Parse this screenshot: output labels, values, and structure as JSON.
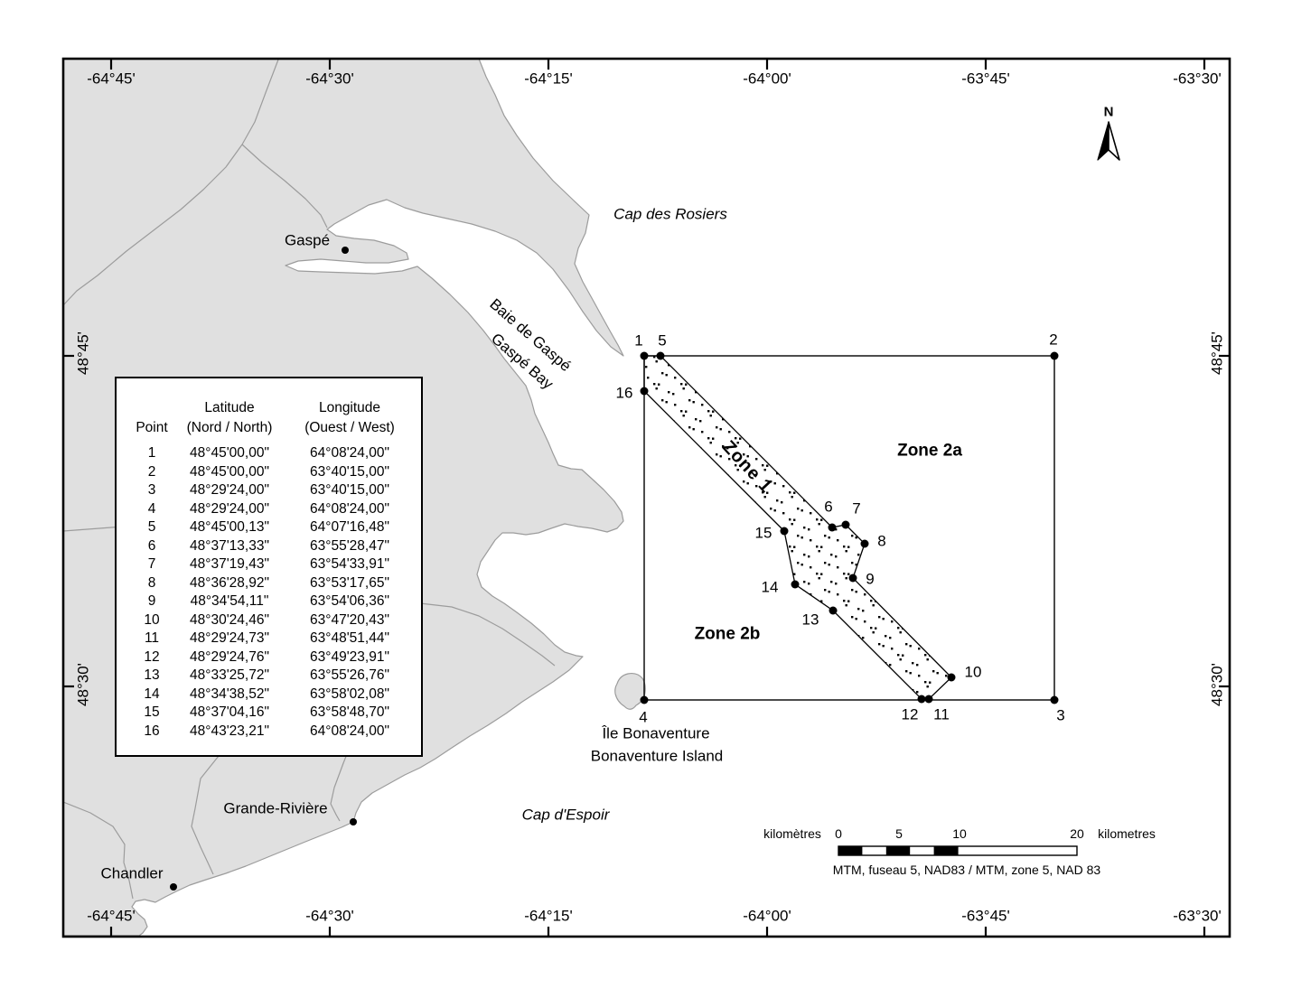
{
  "axis": {
    "top": [
      "-64°45'",
      "-64°30'",
      "-64°15'",
      "-64°00'",
      "-63°45'",
      "-63°30'"
    ],
    "bottom": [
      "-64°45'",
      "-64°30'",
      "-64°15'",
      "-64°00'",
      "-63°45'",
      "-63°30'"
    ],
    "left": [
      "48°45'",
      "48°30'"
    ],
    "right": [
      "48°45'",
      "48°30'"
    ]
  },
  "places": {
    "gaspe": "Gaspé",
    "cap_des_rosiers": "Cap des Rosiers",
    "baie_line1": "Baie de Gaspé",
    "baie_line2": "Gaspé Bay",
    "ile_line1": "Île Bonaventure",
    "ile_line2": "Bonaventure Island",
    "grande_riviere": "Grande-Rivière",
    "chandler": "Chandler",
    "cap_despoir": "Cap d'Espoir"
  },
  "zones": {
    "z1": "Zone 1",
    "z2a": "Zone 2a",
    "z2b": "Zone 2b"
  },
  "north_label": "N",
  "scalebar": {
    "unit_left": "kilomètres",
    "unit_right": "kilometres",
    "t0": "0",
    "t5": "5",
    "t10": "10",
    "t20": "20",
    "datum": "MTM, fuseau 5, NAD83 / MTM, zone 5, NAD 83"
  },
  "colors": {
    "land": "#E0E0E0",
    "coast": "#9C9C9C",
    "ink": "#000000"
  },
  "pts": [
    "1",
    "2",
    "3",
    "4",
    "5",
    "6",
    "7",
    "8",
    "9",
    "10",
    "11",
    "12",
    "13",
    "14",
    "15",
    "16"
  ],
  "table": {
    "h_point": "Point",
    "h_lat1": "Latitude",
    "h_lat2": "(Nord / North)",
    "h_lon1": "Longitude",
    "h_lon2": "(Ouest / West)",
    "rows": [
      {
        "p": "1",
        "lat": "48°45'00,00\"",
        "lon": "64°08'24,00\""
      },
      {
        "p": "2",
        "lat": "48°45'00,00\"",
        "lon": "63°40'15,00\""
      },
      {
        "p": "3",
        "lat": "48°29'24,00\"",
        "lon": "63°40'15,00\""
      },
      {
        "p": "4",
        "lat": "48°29'24,00\"",
        "lon": "64°08'24,00\""
      },
      {
        "p": "5",
        "lat": "48°45'00,13\"",
        "lon": "64°07'16,48\""
      },
      {
        "p": "6",
        "lat": "48°37'13,33\"",
        "lon": "63°55'28,47\""
      },
      {
        "p": "7",
        "lat": "48°37'19,43\"",
        "lon": "63°54'33,91\""
      },
      {
        "p": "8",
        "lat": "48°36'28,92\"",
        "lon": "63°53'17,65\""
      },
      {
        "p": "9",
        "lat": "48°34'54,11\"",
        "lon": "63°54'06,36\""
      },
      {
        "p": "10",
        "lat": "48°30'24,46\"",
        "lon": "63°47'20,43\""
      },
      {
        "p": "11",
        "lat": "48°29'24,73\"",
        "lon": "63°48'51,44\""
      },
      {
        "p": "12",
        "lat": "48°29'24,76\"",
        "lon": "63°49'23,91\""
      },
      {
        "p": "13",
        "lat": "48°33'25,72\"",
        "lon": "63°55'26,76\""
      },
      {
        "p": "14",
        "lat": "48°34'38,52\"",
        "lon": "63°58'02,08\""
      },
      {
        "p": "15",
        "lat": "48°37'04,16\"",
        "lon": "63°58'48,70\""
      },
      {
        "p": "16",
        "lat": "48°43'23,21\"",
        "lon": "64°08'24,00\""
      }
    ]
  }
}
